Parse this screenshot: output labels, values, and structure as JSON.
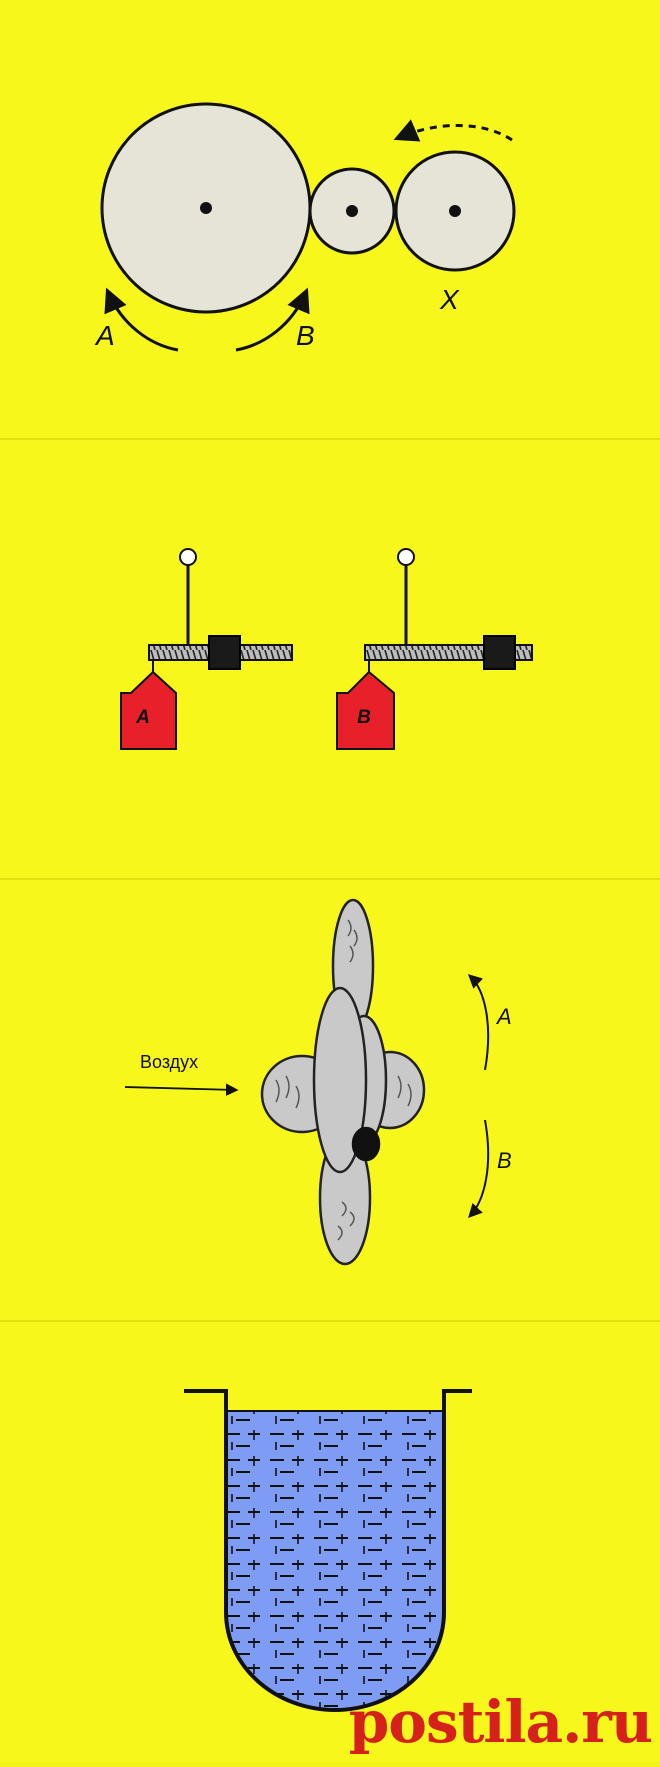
{
  "gears": {
    "label_a": "A",
    "label_b": "B",
    "label_x": "X"
  },
  "levers": {
    "weight_a_label": "A",
    "weight_b_label": "B"
  },
  "propeller": {
    "air_label": "Воздух",
    "label_a": "A",
    "label_b": "B"
  },
  "vessel": {},
  "watermark": "postila.ru",
  "colors": {
    "background": "#f7f71c",
    "gear_fill": "#e6e4d6",
    "weight_fill": "#e8202a",
    "water_fill": "#7f9cf5",
    "prop_fill": "#c9c9c9"
  }
}
